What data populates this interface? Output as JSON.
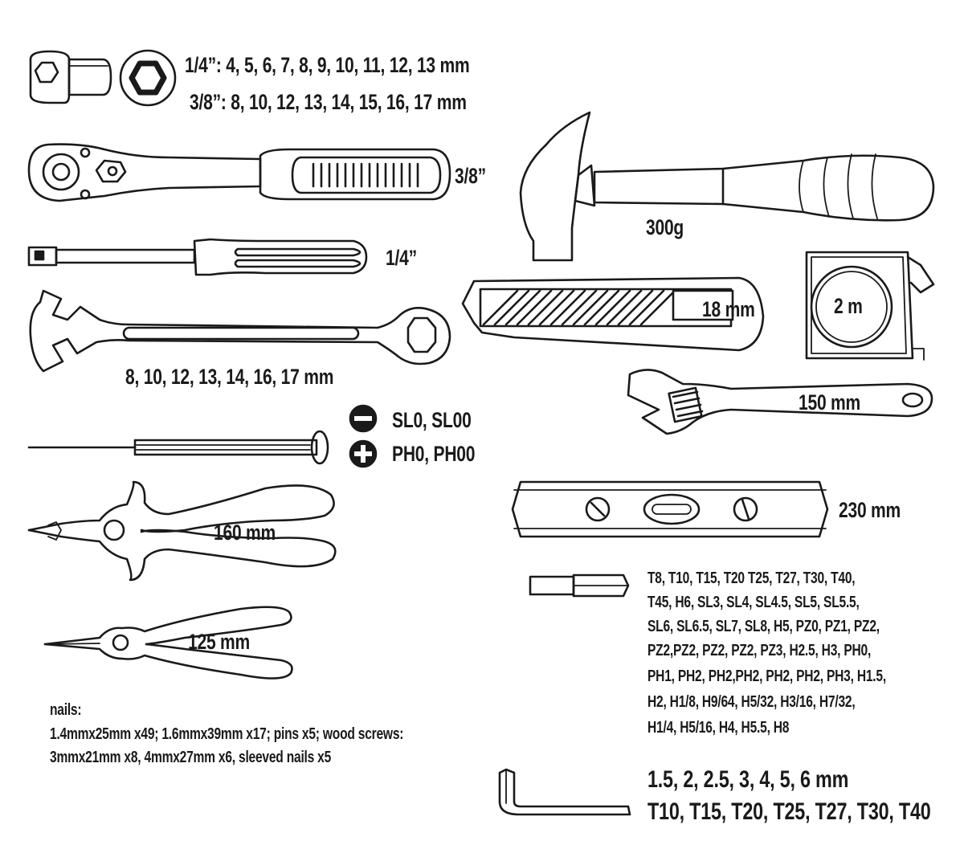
{
  "sockets": {
    "line1": "1/4”: 4, 5, 6, 7, 8, 9, 10, 11, 12, 13 mm",
    "line2": "3/8”: 8, 10, 12, 13, 14, 15, 16, 17 mm"
  },
  "ratchet": {
    "label": "3/8”"
  },
  "spinner": {
    "label": "1/4”"
  },
  "wrenches": {
    "label": "8, 10, 12, 13, 14, 16, 17 mm"
  },
  "precision_screwdriver": {
    "line1": "SL0, SL00",
    "line2": "PH0, PH00"
  },
  "combination_pliers": {
    "label": "160 mm"
  },
  "needle_pliers": {
    "label": "125 mm"
  },
  "nails": {
    "line1": "nails:",
    "line2": "1.4mmx25mm x49; 1.6mmx39mm x17; pins x5; wood screws:",
    "line3": "3mmx21mm x8, 4mmx27mm x6, sleeved nails x5"
  },
  "hammer": {
    "label": "300g"
  },
  "cutter": {
    "label": "18 mm"
  },
  "tape_measure": {
    "label": "2 m"
  },
  "adjustable_wrench": {
    "label": "150 mm"
  },
  "level": {
    "label": "230 mm"
  },
  "bits": {
    "lines": [
      "T8, T10, T15, T20 T25, T27, T30, T40,",
      "T45, H6, SL3, SL4, SL4.5, SL5, SL5.5,",
      "SL6, SL6.5, SL7, SL8, H5, PZ0, PZ1, PZ2,",
      "PZ2,PZ2, PZ2, PZ2, PZ3, H2.5, H3, PH0,",
      "PH1, PH2, PH2,PH2, PH2, PH2, PH3, H1.5,",
      "H2, H1/8, H9/64, H5/32, H3/16, H7/32,",
      "H1/4, H5/16, H4, H5.5, H8"
    ]
  },
  "hex_keys": {
    "line1": "1.5, 2, 2.5, 3, 4, 5, 6 mm",
    "line2": "T10, T15, T20, T25, T27, T30, T40"
  },
  "icons": [
    "socket-icon",
    "hex-socket-icon",
    "ratchet-icon",
    "spinner-handle-icon",
    "combination-wrench-icon",
    "precision-screwdriver-icon",
    "slotted-symbol-icon",
    "phillips-symbol-icon",
    "combination-pliers-icon",
    "needle-nose-pliers-icon",
    "hammer-icon",
    "utility-knife-icon",
    "tape-measure-icon",
    "adjustable-wrench-icon",
    "spirit-level-icon",
    "screwdriver-bit-icon",
    "hex-key-icon"
  ]
}
